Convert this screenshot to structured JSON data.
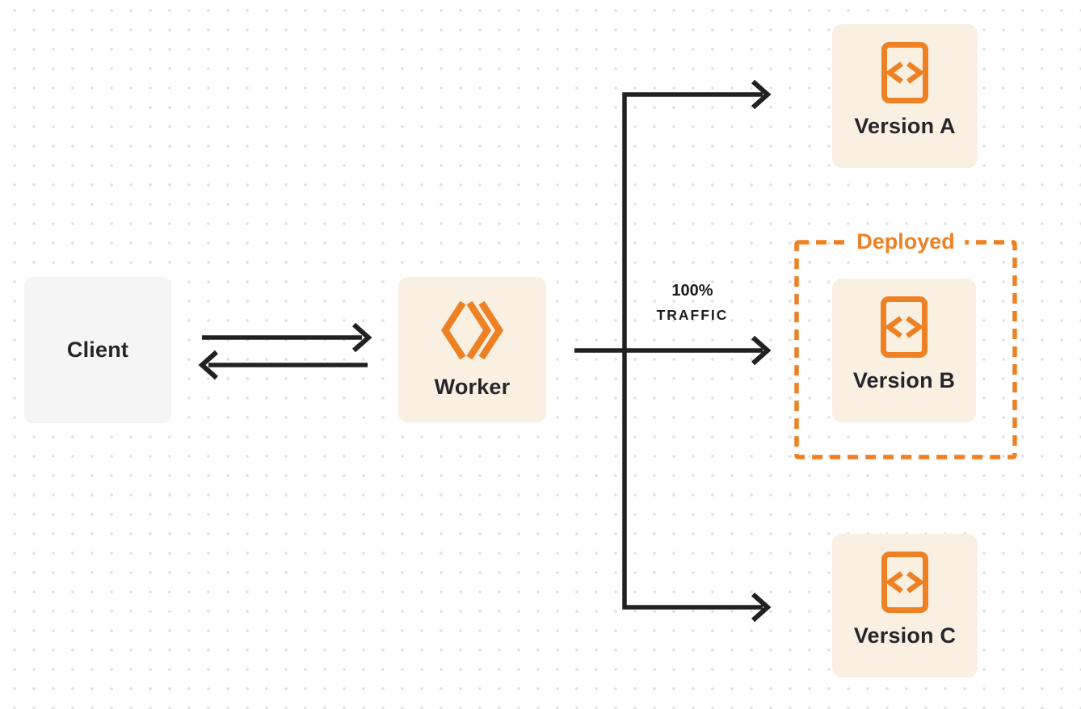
{
  "colors": {
    "accent_orange": "#ee8123",
    "box_cream": "#faf0e2",
    "box_gray": "#f5f5f6",
    "arrow_dark": "#212121",
    "text_dark": "#26262a",
    "dot_color": "#e2e2e4"
  },
  "nodes": {
    "client": {
      "label": "Client"
    },
    "worker": {
      "label": "Worker",
      "icon": "worker-double-chevron-icon"
    },
    "version_a": {
      "label": "Version A",
      "icon": "code-file-icon"
    },
    "version_b": {
      "label": "Version B",
      "icon": "code-file-icon"
    },
    "version_c": {
      "label": "Version C",
      "icon": "code-file-icon"
    }
  },
  "annotations": {
    "deployed": "Deployed",
    "traffic_percent": "100%",
    "traffic_word": "TRAFFIC"
  },
  "edges": [
    {
      "from": "client",
      "to": "worker",
      "direction": "bidirectional"
    },
    {
      "from": "worker",
      "to": "version_a",
      "direction": "forward"
    },
    {
      "from": "worker",
      "to": "version_b",
      "direction": "forward",
      "label": "100% TRAFFIC"
    },
    {
      "from": "worker",
      "to": "version_c",
      "direction": "forward"
    }
  ]
}
